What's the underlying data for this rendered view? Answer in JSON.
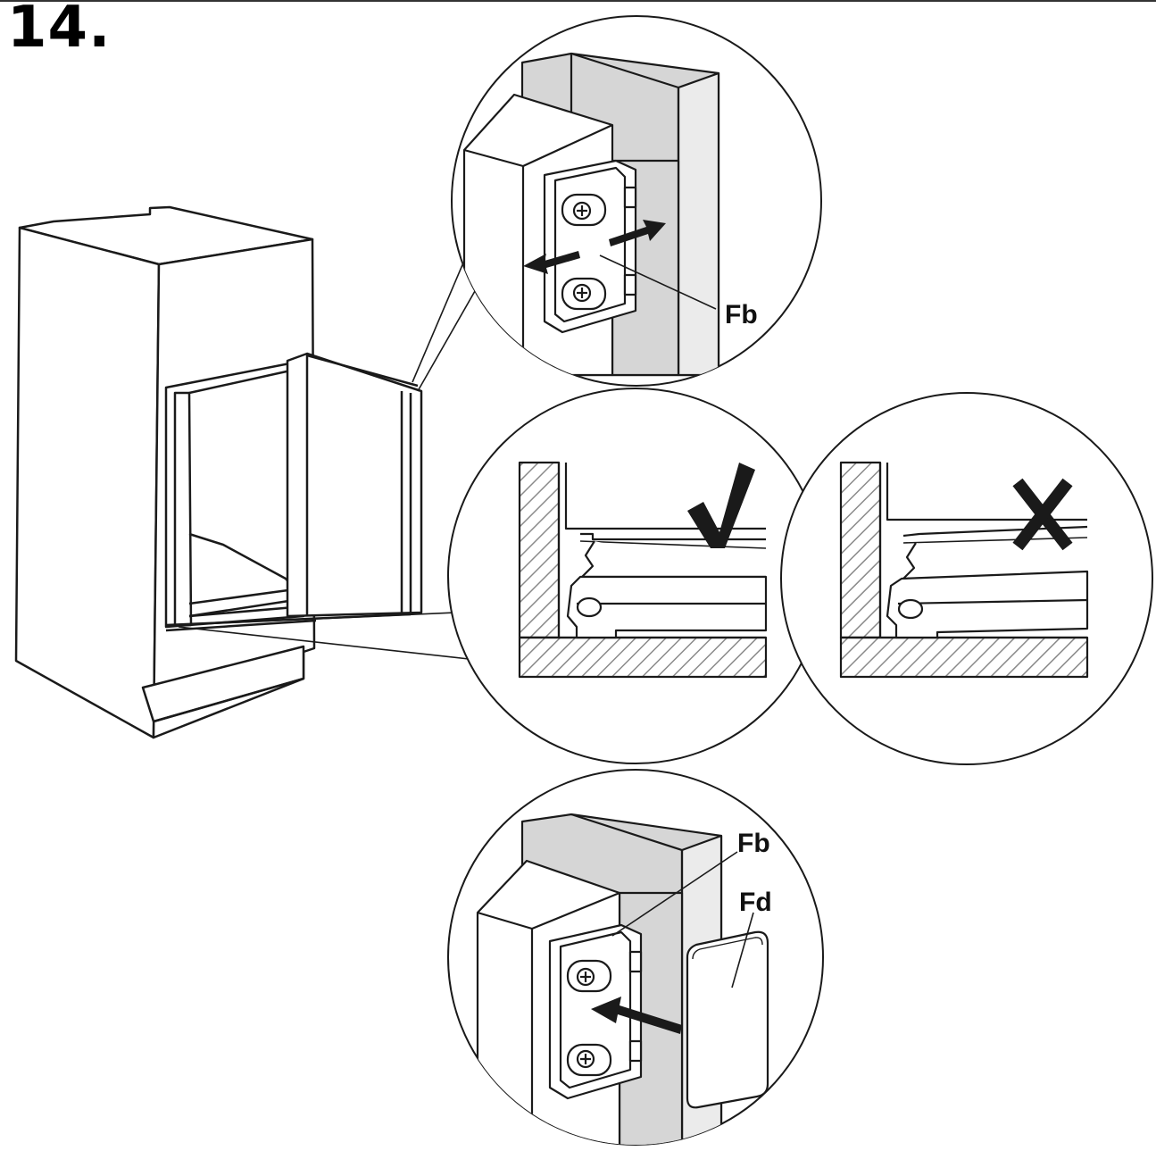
{
  "step": {
    "number": "14."
  },
  "labels": {
    "fb_top": "Fb",
    "fb_bottom": "Fb",
    "fd_bottom": "Fd"
  },
  "marks": {
    "correct": "check-mark-icon",
    "wrong": "cross-mark-icon"
  },
  "colors": {
    "line": "#1a1a1a",
    "gray_panel": "#d6d6d6",
    "light_gray": "#ebebeb",
    "hatch": "#8a8a8a"
  }
}
